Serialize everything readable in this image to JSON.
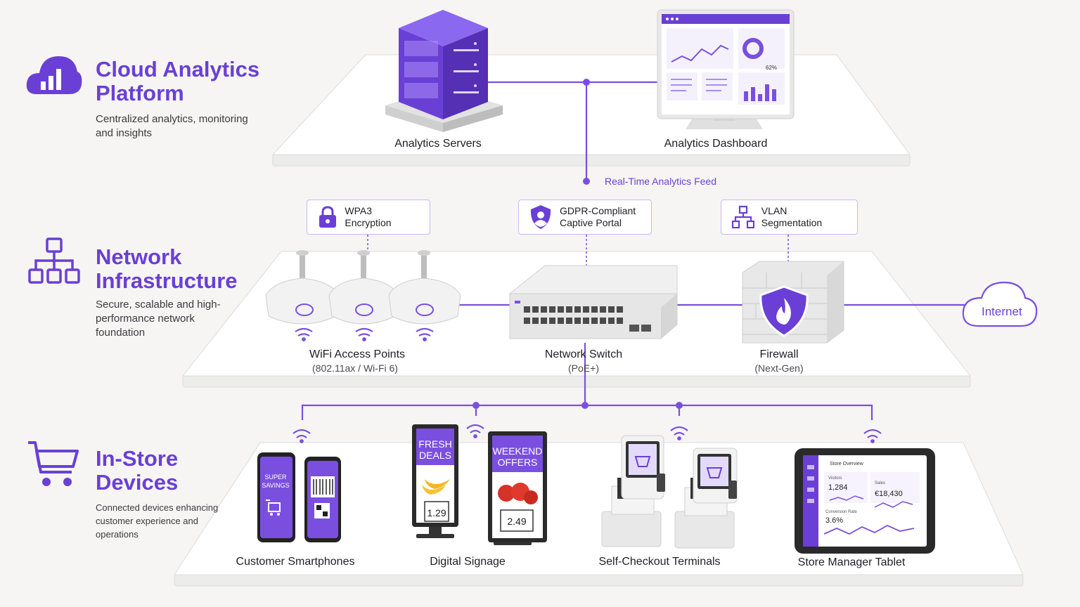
{
  "layers": {
    "cloud": {
      "title_line1": "Cloud Analytics",
      "title_line2": "Platform",
      "desc_line1": "Centralized analytics, monitoring",
      "desc_line2": "and insights"
    },
    "network": {
      "title_line1": "Network",
      "title_line2": "Infrastructure",
      "desc_line1": "Secure, scalable and high-",
      "desc_line2": "performance network",
      "desc_line3": "foundation"
    },
    "devices": {
      "title_line1": "In-Store",
      "title_line2": "Devices",
      "desc_line1": "Connected devices enhancing",
      "desc_line2": "customer experience and",
      "desc_line3": "operations"
    }
  },
  "cloud_components": {
    "servers_label": "Analytics Servers",
    "dashboard_label": "Analytics Dashboard",
    "dashboard_donut_value": "62%"
  },
  "feed_label": "Real-Time Analytics Feed",
  "security_badges": {
    "wpa3": "WPA3 Encryption",
    "gdpr_line1": "GDPR-Compliant",
    "gdpr_line2": "Captive Portal",
    "vlan": "VLAN Segmentation"
  },
  "network_components": {
    "ap_label": "WiFi Access Points",
    "ap_sub": "(802.11ax / Wi-Fi 6)",
    "switch_label": "Network Switch",
    "switch_sub": "(PoE+)",
    "firewall_label": "Firewall",
    "firewall_sub": "(Next-Gen)",
    "internet_label": "Internet"
  },
  "devices": {
    "smartphones_label": "Customer Smartphones",
    "phone_screen_line1": "SUPER",
    "phone_screen_line2": "SAVINGS",
    "signage_label": "Digital Signage",
    "sign1_line1": "FRESH",
    "sign1_line2": "DEALS",
    "sign1_price": "1.29",
    "sign2_line1": "WEEKEND",
    "sign2_line2": "OFFERS",
    "sign2_price": "2.49",
    "checkout_label": "Self-Checkout Terminals",
    "tablet_label": "Store Manager Tablet",
    "tablet_title": "Store Overview",
    "tablet_visitors_label": "Visitors",
    "tablet_visitors": "1,284",
    "tablet_sales_label": "Sales",
    "tablet_sales": "€18,430",
    "tablet_conv_label": "Conversion Rate",
    "tablet_conv": "3.6%"
  },
  "colors": {
    "accent": "#6a3fd6",
    "accent_light": "#c9b8f0",
    "platform": "#ffffff",
    "background": "#f6f5f3"
  }
}
